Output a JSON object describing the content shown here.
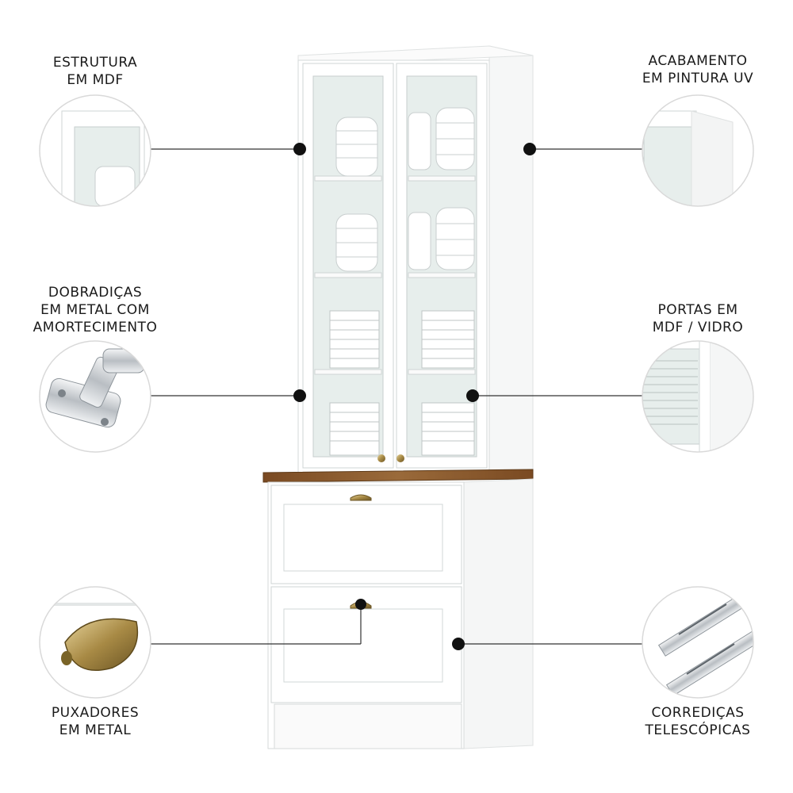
{
  "labels": {
    "estrutura": [
      "ESTRUTURA",
      "EM MDF"
    ],
    "acabamento": [
      "ACABAMENTO",
      "EM PINTURA UV"
    ],
    "dobradicas": [
      "DOBRADIÇAS",
      "EM METAL COM",
      "AMORTECIMENTO"
    ],
    "portas": [
      "PORTAS EM",
      "MDF / VIDRO"
    ],
    "puxadores": [
      "PUXADORES",
      "EM METAL"
    ],
    "corredicas": [
      "CORREDIÇAS",
      "TELESCÓPICAS"
    ]
  },
  "colors": {
    "cabinet": "#ffffff",
    "cabinet_edge": "#d9dcdc",
    "countertop": "#8a5a2b",
    "glass": "#e9efed",
    "handle": "#a88a45",
    "dot": "#111111",
    "line": "#333333"
  },
  "icons": [
    "hinge-icon",
    "cup-handle-icon",
    "drawer-slide-icon"
  ]
}
